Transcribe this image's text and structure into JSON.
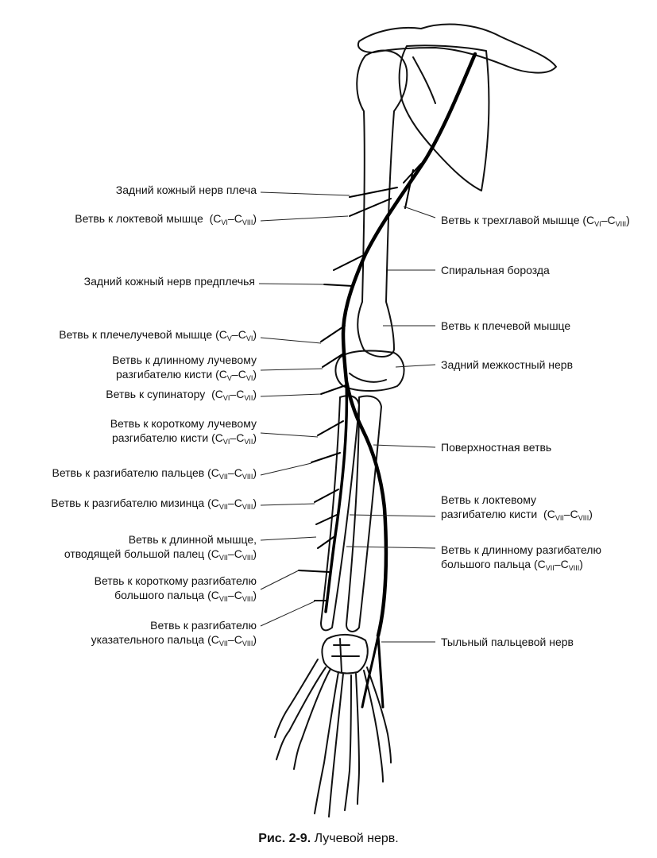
{
  "labels": {
    "l1": "Задний кожный нерв плеча",
    "l2_main": "Ветвь к локтевой мышце",
    "l2_c1": "VI",
    "l2_c2": "VIII",
    "l3": "Задний кожный нерв предплечья",
    "l4_main": "Ветвь к плечелучевой мышце",
    "l4_c1": "V",
    "l4_c2": "VI",
    "l5_line1": "Ветвь к длинному лучевому",
    "l5_main": "разгибателю кисти",
    "l5_c1": "V",
    "l5_c2": "VI",
    "l6_main": "Ветвь к супинатору",
    "l6_c1": "VI",
    "l6_c2": "VII",
    "l7_line1": "Ветвь к короткому лучевому",
    "l7_main": "разгибателю кисти",
    "l7_c1": "VI",
    "l7_c2": "VII",
    "l8_main": "Ветвь к разгибателю пальцев",
    "l8_c1": "VII",
    "l8_c2": "VIII",
    "l9_main": "Ветвь к разгибателю мизинца",
    "l9_c1": "VII",
    "l9_c2": "VIII",
    "l10_line1": "Ветвь к длинной мышце,",
    "l10_main": "отводящей большой палец",
    "l10_c1": "VII",
    "l10_c2": "VIII",
    "l11_line1": "Ветвь к короткому разгибателю",
    "l11_main": "большого пальца",
    "l11_c1": "VII",
    "l11_c2": "VIII",
    "l12_line1": "Ветвь к разгибателю",
    "l12_main": "указательного пальца",
    "l12_c1": "VII",
    "l12_c2": "VIII",
    "r1_main": "Ветвь к трехглавой мышце",
    "r1_c1": "VI",
    "r1_c2": "VIII",
    "r2": "Спиральная борозда",
    "r3": "Ветвь к плечевой мышце",
    "r4": "Задний межкостный нерв",
    "r5": "Поверхностная ветвь",
    "r6_line1": "Ветвь к локтевому",
    "r6_main": "разгибателю кисти",
    "r6_c1": "VII",
    "r6_c2": "VIII",
    "r7_line1": "Ветвь к длинному разгибателю",
    "r7_main": "большого пальца",
    "r7_c1": "VII",
    "r7_c2": "VIII",
    "r8": "Тыльный пальцевой нерв",
    "c_letter": "C"
  },
  "caption": {
    "prefix": "Рис. 2-9.",
    "text": "Лучевой нерв."
  }
}
